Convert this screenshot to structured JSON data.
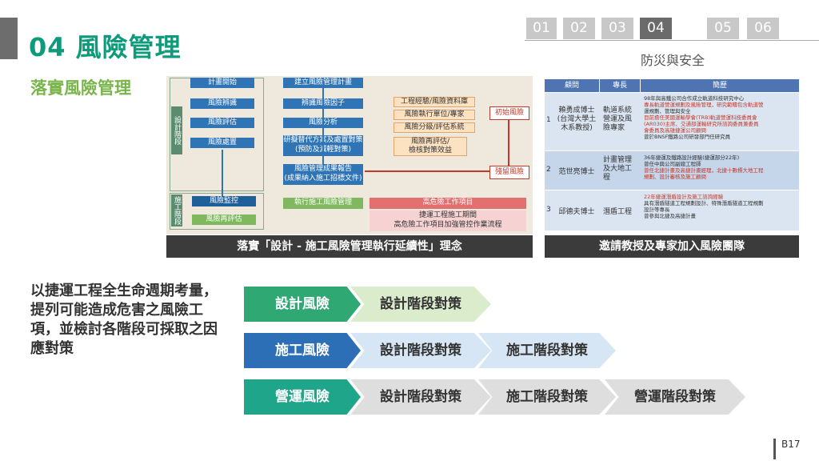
{
  "header": {
    "title": "04 風險管理",
    "subtitle": "落實風險管理",
    "topic": "防災與安全",
    "tabs": [
      {
        "label": "01",
        "active": false
      },
      {
        "label": "02",
        "active": false
      },
      {
        "label": "03",
        "active": false
      },
      {
        "label": "04",
        "active": true
      },
      {
        "label": "05",
        "active": false
      },
      {
        "label": "06",
        "active": false
      }
    ]
  },
  "flow": {
    "stage_design": "設計階段",
    "stage_construction": "施工階段",
    "left_steps": [
      "計畫開始",
      "風險辨識",
      "風險評估",
      "風險處置"
    ],
    "left_steps_construction": [
      "風險監控",
      "風險再評估"
    ],
    "center_steps": [
      "建立風險管理計畫",
      "辨識風險因子",
      "風險分析",
      "研擬替代方案及處置對策\n(預防及減輕對策)",
      "風險管理成果報告\n(成果納入施工招標文件)"
    ],
    "side_items": [
      "工程經驗/風險資料庫",
      "風險執行單位/專家",
      "風險分級/評估系統",
      "風險再評估/\n檢核對策效益"
    ],
    "initial_risk": "初始風險",
    "residual_risk": "殘留風險",
    "exec_step": "執行施工風險管理",
    "high_risk": "高危險工作項目",
    "high_risk_detail": "捷運工程施工期間\n高危險工作項目加強管控作業流程",
    "caption": "落實「設計 - 施工風險管理執行延續性」理念"
  },
  "experts": {
    "headers": [
      "顧問",
      "專長",
      "簡歷"
    ],
    "rows": [
      {
        "no": "1",
        "name": "賴勇成博士\n(台灣大學土\n木系教授)",
        "specialty": "軌道系統\n營運及風\n險專家",
        "bio": [
          {
            "text": "98年與高鐵公司合作成立軌道科技研究中心",
            "red": false
          },
          {
            "text": "專長軌道營運規劃及風險管理，研究範疇包含軌道營",
            "red": true
          },
          {
            "text": "運規劃、管理與安全",
            "red": false
          },
          {
            "text": "目前擔任美國運輸學會(TRB)軌道營運科技委員會",
            "red": true
          },
          {
            "text": "(AR030)主席、交通部運輸研究所諮詢委員兼委員",
            "red": true
          },
          {
            "text": "會委員及高雄捷運公司顧問",
            "red": true
          },
          {
            "text": "曾於BNSF鐵路公司研發部門任研究員",
            "red": false
          }
        ]
      },
      {
        "no": "2",
        "name": "范世亮博士",
        "specialty": "計畫管理\n及大地工\n程",
        "bio": [
          {
            "text": "36年捷運及鐵路設計經驗(捷運部分22年)",
            "red": false
          },
          {
            "text": "曾任中興公司副總工程師",
            "red": false
          },
          {
            "text": "曾任北捷計畫及高捷計畫經理，北捷十數標大地工程",
            "red": true
          },
          {
            "text": "規劃、設計審核及施工顧問",
            "red": true
          }
        ]
      },
      {
        "no": "3",
        "name": "邱德夫博士",
        "specialty": "潛盾工程",
        "bio": [
          {
            "text": "22年捷運潛盾設計及施工諮詢經驗",
            "red": true
          },
          {
            "text": "具有潛盾隧道工程規劃設計、特殊潛盾隧道工程規劃",
            "red": false
          },
          {
            "text": "設計等專長",
            "red": false
          },
          {
            "text": "曾參與北捷及高捷計畫",
            "red": false
          }
        ]
      }
    ],
    "caption": "邀請教授及專家加入風險團隊"
  },
  "bottom": {
    "paragraph": "以捷運工程全生命週期考量，提列可能造成危害之風險工項，並檢討各階段可採取之因應對策",
    "rows": [
      {
        "head": "設計風險",
        "color": "#2fa874",
        "items": [
          "設計階段對策"
        ]
      },
      {
        "head": "施工風險",
        "color": "#2d6fb7",
        "items": [
          "設計階段對策",
          "施工階段對策"
        ]
      },
      {
        "head": "營運風險",
        "color": "#1ea58a",
        "items": [
          "設計階段對策",
          "施工階段對策",
          "營運階段對策"
        ]
      }
    ],
    "item_colors": [
      "#dbeccd",
      "#d7e6f4",
      "#dedede"
    ]
  },
  "page_number": "B17"
}
